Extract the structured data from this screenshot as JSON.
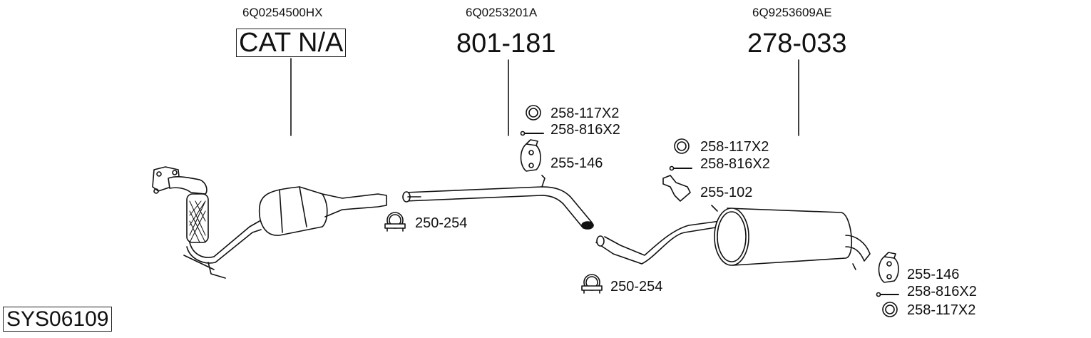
{
  "system_code": "SYS06109",
  "sections": [
    {
      "oem_number": "6Q0254500HX",
      "part_number": "CAT N/A",
      "boxed": true
    },
    {
      "oem_number": "6Q0253201A",
      "part_number": "801-181",
      "boxed": false
    },
    {
      "oem_number": "6Q9253609AE",
      "part_number": "278-033",
      "boxed": false
    }
  ],
  "fittings": {
    "mid": [
      {
        "icon": "ring-icon",
        "label": "258-117X2"
      },
      {
        "icon": "bolt-icon",
        "label": "258-816X2"
      },
      {
        "icon": "rubber-hanger-icon",
        "label": "255-146"
      }
    ],
    "rear_top": [
      {
        "icon": "ring-icon",
        "label": "258-117X2"
      },
      {
        "icon": "bolt-icon",
        "label": "258-816X2"
      },
      {
        "icon": "bracket-icon",
        "label": "255-102"
      }
    ],
    "rear_bottom": [
      {
        "icon": "rubber-hanger-icon",
        "label": "255-146"
      },
      {
        "icon": "bolt-icon",
        "label": "258-816X2"
      },
      {
        "icon": "ring-icon",
        "label": "258-117X2"
      }
    ],
    "clamp_front": {
      "icon": "clamp-icon",
      "label": "250-254"
    },
    "clamp_rear": {
      "icon": "clamp-icon",
      "label": "250-254"
    }
  }
}
